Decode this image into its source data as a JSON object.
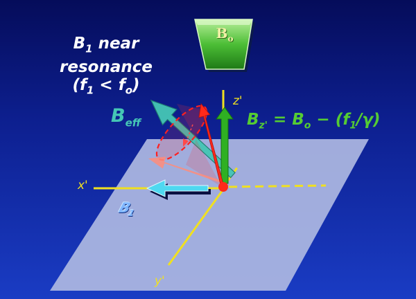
{
  "title": {
    "symbol": "B",
    "sub": "1",
    "line1_rest": " near",
    "line2": "resonance",
    "line3_open": "(f",
    "line3_sub1": "1",
    "line3_mid": " < f",
    "line3_sub2": "o",
    "line3_close": ")"
  },
  "magnet": {
    "symbol": "B",
    "sub": "o"
  },
  "beff": {
    "symbol": "B",
    "sub": "eff"
  },
  "equation": {
    "b": "B",
    "b_sub": "z'",
    "mid": " = B",
    "o_sub": "o",
    "rest": " − (f",
    "f_sub": "1",
    "tail": "/γ)"
  },
  "axes": {
    "x": "x'",
    "y": "y'",
    "z": "z'"
  },
  "b1": {
    "symbol": "B",
    "sub": "1"
  },
  "colors": {
    "beff_arrow": "#45c6b5",
    "bz_arrow": "#2fb023",
    "magnetization_arrow": "#ff2a1a",
    "b1_arrow": "#4fd8f0",
    "plane": "#aeb8e2",
    "axis": "#f0e020",
    "magnet": "#3fae2c"
  }
}
